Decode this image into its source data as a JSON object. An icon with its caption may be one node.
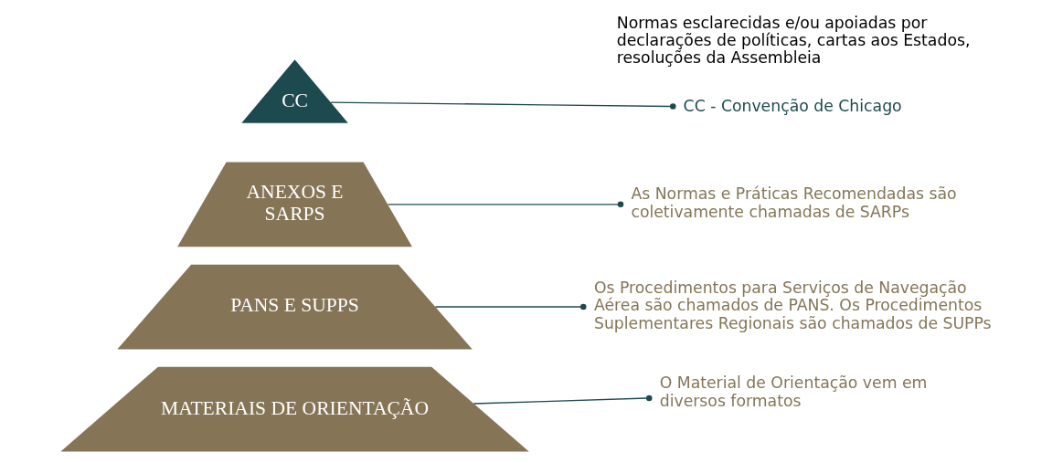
{
  "diagram": {
    "nodes": [
      {
        "text": [
          "CC"
        ]
      },
      {
        "text": [
          "ANEXOS E SARPS"
        ]
      },
      {
        "text": [
          "PANS E SUPPS"
        ]
      },
      {
        "text": [
          "MATERIAIS DE ORIENTAÇÃO"
        ]
      },
      {
        "text": [
          "CC - Convenção de Chicago"
        ]
      },
      {
        "text": [
          "As Normas e Práticas Recomendadas são coletivamente chamadas de SARPs"
        ]
      },
      {
        "text": [
          "Os Procedimentos para Serviços de Navegação Aérea são chamados de PANS. Os Procedimentos Suplementares Regionais são chamados de SUPPs"
        ]
      },
      {
        "text": [
          "O Material de Orientação vem em diversos formatos"
        ]
      }
    ],
    "edges": [
      {
        "from": 0,
        "to": 4,
        "arrow": "other"
      },
      {
        "from": 1,
        "to": 5,
        "arrow": "other"
      },
      {
        "from": 2,
        "to": 6,
        "arrow": "other"
      },
      {
        "from": 3,
        "to": 7,
        "arrow": "other"
      }
    ],
    "labels": [
      "Normas esclarecidas e/ou apoiadas por declarações de políticas, cartas aos Estados, resoluções da Assembleia"
    ]
  }
}
